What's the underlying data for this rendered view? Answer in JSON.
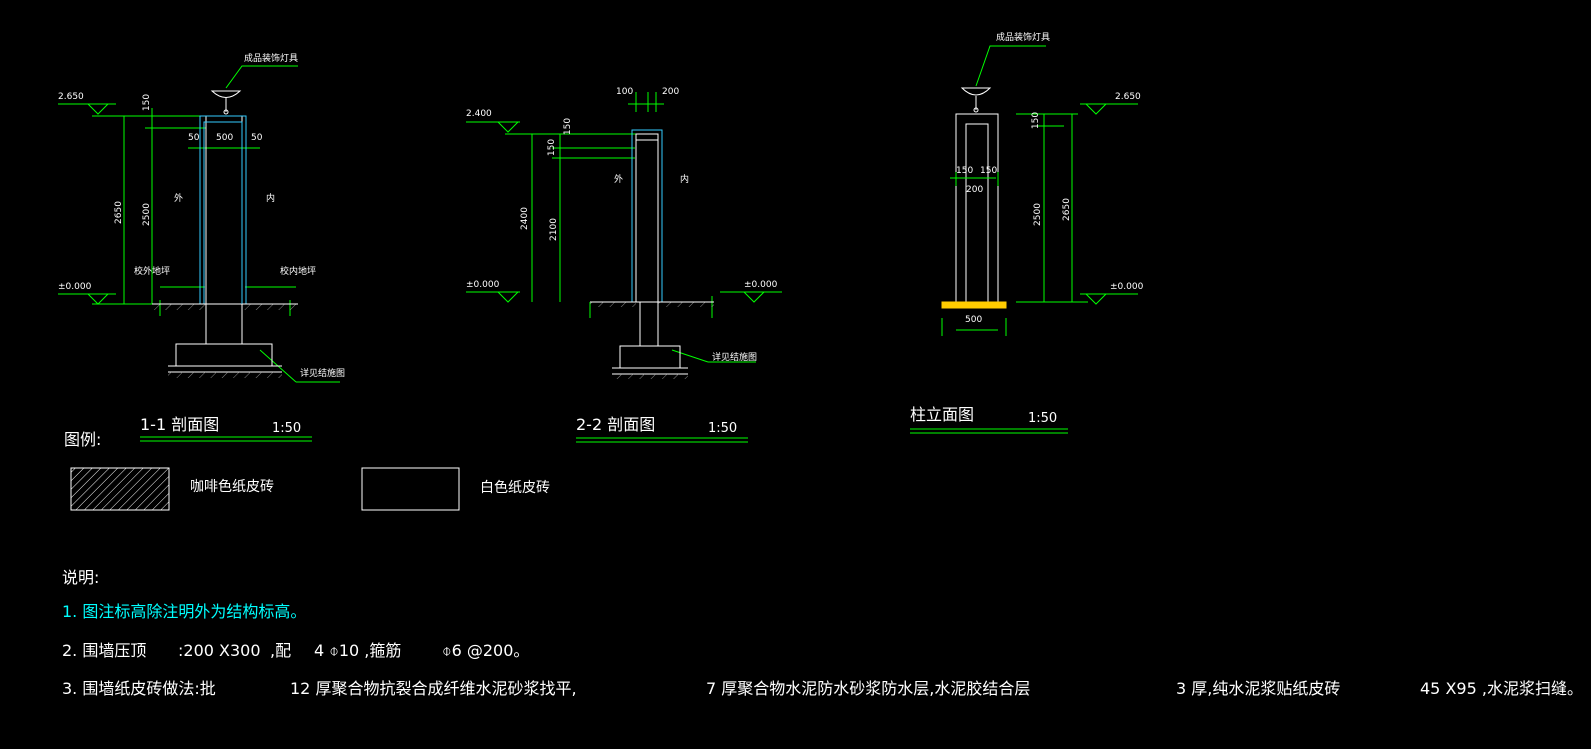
{
  "colors": {
    "background": "#000000",
    "line_white": "#ffffff",
    "dim_green": "#00ff00",
    "note_cyan": "#00ffff",
    "pad_yellow": "#ffcc00",
    "face_cyan": "#33ccff"
  },
  "views": {
    "s1": {
      "title": "1-1  剖面图",
      "scale": "1:50",
      "lamp": "成品装饰灯具",
      "elev_top": "2.650",
      "elev_ground": "±0.000",
      "dim_150": "150",
      "dim_2650": "2650",
      "dim_2500": "2500",
      "dim_50a": "50",
      "dim_500": "500",
      "dim_50b": "50",
      "side_out": "外",
      "side_in": "内",
      "label_out": "校外地坪",
      "label_in": "校内地坪",
      "label_struct": "详见结施图"
    },
    "s2": {
      "title": "2-2  剖面图",
      "scale": "1:50",
      "elev_top": "2.400",
      "elev_ground_l": "±0.000",
      "elev_ground_r": "±0.000",
      "dim_100": "100",
      "dim_200": "200",
      "dim_150a": "150",
      "dim_150b": "150",
      "dim_2400": "2400",
      "dim_2100": "2100",
      "side_out": "外",
      "side_in": "内",
      "label_struct": "详见结施图"
    },
    "s3": {
      "title": "柱立面图",
      "scale": "1:50",
      "lamp": "成品装饰灯具",
      "elev_top": "2.650",
      "elev_ground": "±0.000",
      "dim_150": "150",
      "dim_2500": "2500",
      "dim_2650": "2650",
      "dim_150a": "150",
      "dim_150b": "150",
      "dim_200": "200",
      "dim_500": "500"
    }
  },
  "legend": {
    "title": "图例:",
    "item1": "咖啡色纸皮砖",
    "item2": "白色纸皮砖"
  },
  "notes": {
    "title": "说明:",
    "n1": "1. 图注标高除注明外为结构标高。",
    "n2a": "2. 围墙压顶",
    "n2b": ":200 X300",
    "n2c": ",配",
    "n2d": "4 ⌽10 ,箍筋",
    "n2e": "⌽6 @200。",
    "n3a": "3. 围墙纸皮砖做法:批",
    "n3b": "12 厚聚合物抗裂合成纤维水泥砂浆找平,",
    "n3c": "7 厚聚合物水泥防水砂浆防水层,水泥胶结合层",
    "n3d": "3 厚,纯水泥浆贴纸皮砖",
    "n3e": "45 X95 ,水泥浆扫缝。"
  }
}
